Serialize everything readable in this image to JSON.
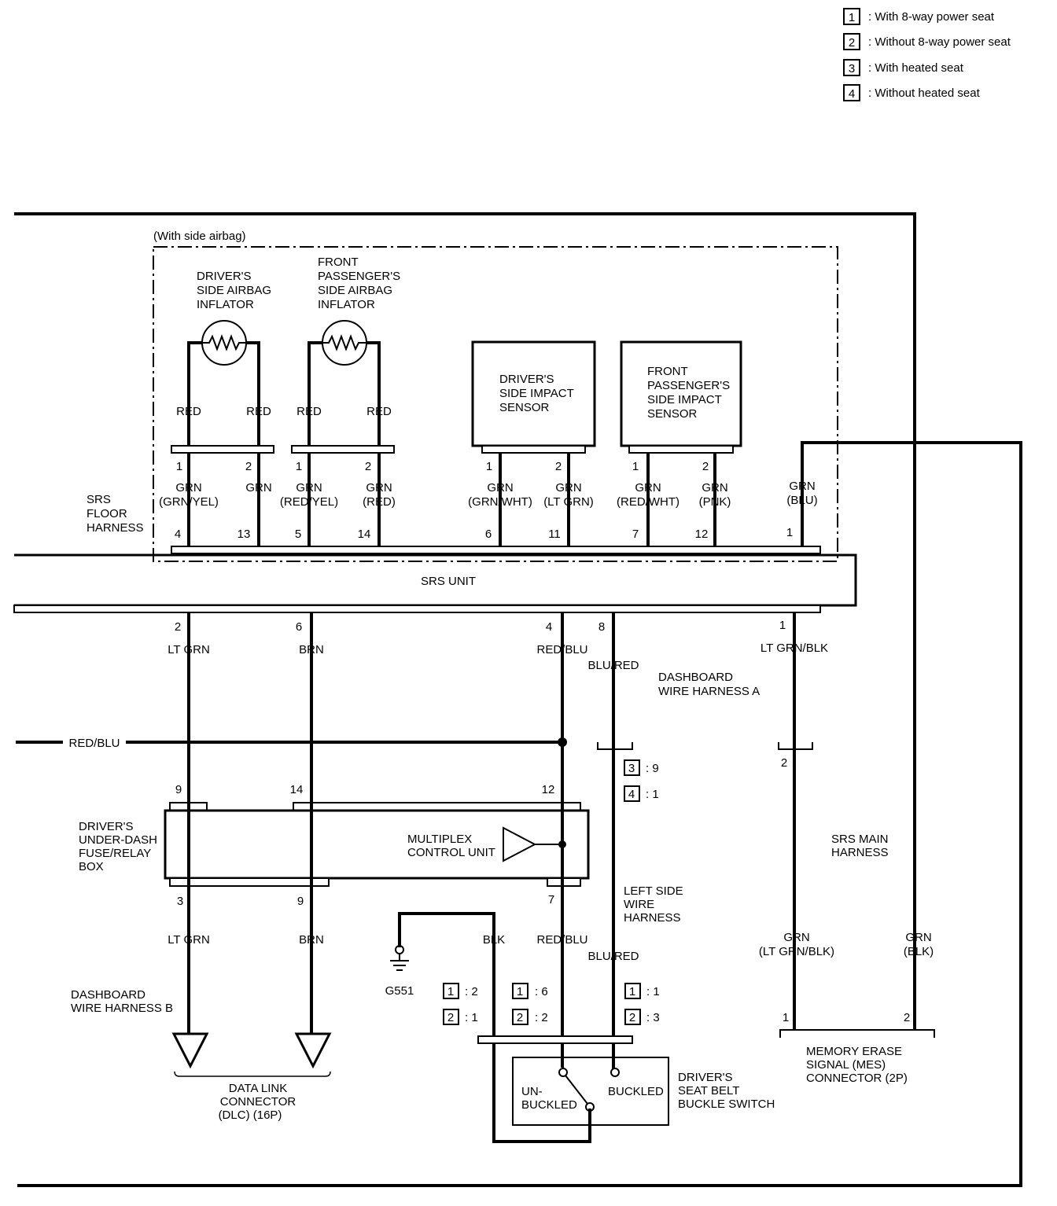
{
  "legend": [
    {
      "num": "1",
      "text": ": With 8-way power seat"
    },
    {
      "num": "2",
      "text": ": Without 8-way power seat"
    },
    {
      "num": "3",
      "text": ": With heated seat"
    },
    {
      "num": "4",
      "text": ": Without heated seat"
    }
  ],
  "side_airbag_note": "(With side airbag)",
  "srs_floor_harness": [
    "SRS",
    "FLOOR",
    "HARNESS"
  ],
  "drv_inflator": [
    "DRIVER'S",
    "SIDE AIRBAG",
    "INFLATOR"
  ],
  "pass_inflator": [
    "FRONT",
    "PASSENGER'S",
    "SIDE AIRBAG",
    "INFLATOR"
  ],
  "drv_sensor": [
    "DRIVER'S",
    "SIDE IMPACT",
    "SENSOR"
  ],
  "pass_sensor": [
    "FRONT",
    "PASSENGER'S",
    "SIDE IMPACT",
    "SENSOR"
  ],
  "srs_unit": "SRS UNIT",
  "top_wires": [
    {
      "top": "RED",
      "pin_top": "1",
      "color": [
        "GRN",
        "(GRN/YEL)"
      ],
      "pin": "4"
    },
    {
      "top": "RED",
      "pin_top": "2",
      "color": [
        "GRN",
        ""
      ],
      "pin": "13"
    },
    {
      "top": "RED",
      "pin_top": "1",
      "color": [
        "GRN",
        "(RED/YEL)"
      ],
      "pin": "5"
    },
    {
      "top": "RED",
      "pin_top": "2",
      "color": [
        "GRN",
        "(RED)"
      ],
      "pin": "14"
    },
    {
      "top": "",
      "pin_top": "1",
      "color": [
        "GRN",
        "(GRN/WHT)"
      ],
      "pin": "6"
    },
    {
      "top": "",
      "pin_top": "2",
      "color": [
        "GRN",
        "(LT GRN)"
      ],
      "pin": "11"
    },
    {
      "top": "",
      "pin_top": "1",
      "color": [
        "GRN",
        "(RED/WHT)"
      ],
      "pin": "7"
    },
    {
      "top": "",
      "pin_top": "2",
      "color": [
        "GRN",
        "(PNK)"
      ],
      "pin": "12"
    },
    {
      "top": "",
      "pin_top": "",
      "color": [
        "GRN",
        "(BLU)"
      ],
      "pin": "1"
    }
  ],
  "bottom_wires": {
    "w1": {
      "pin": "2",
      "color": "LT GRN"
    },
    "w2": {
      "pin": "6",
      "color": "BRN"
    },
    "w3": {
      "pin": "4",
      "color": "RED/BLU"
    },
    "w4": {
      "pin": "8",
      "color": "BLU/RED"
    },
    "w5": {
      "pin": "1",
      "color": "LT GRN/BLK"
    }
  },
  "dash_harness_a": [
    "DASHBOARD",
    "WIRE HARNESS A"
  ],
  "red_blu_left": "RED/BLU",
  "heated_pins": [
    {
      "num": "3",
      "pin": ": 9"
    },
    {
      "num": "4",
      "pin": ": 1"
    }
  ],
  "srs_main_harness_pin": "2",
  "fuse_box": {
    "label": [
      "DRIVER'S",
      "UNDER-DASH",
      "FUSE/RELAY",
      "BOX"
    ],
    "pin_top_1": "9",
    "pin_top_2": "14",
    "pin_top_3": "12",
    "pin_bot_1": "3",
    "pin_bot_2": "9",
    "pin_bot_3": "7",
    "mcu": [
      "MULTIPLEX",
      "CONTROL UNIT"
    ]
  },
  "srs_main_harness": [
    "SRS MAIN",
    "HARNESS"
  ],
  "left_side_harness": [
    "LEFT SIDE",
    "WIRE",
    "HARNESS"
  ],
  "lower_wires": {
    "ltgrn": "LT GRN",
    "brn": "BRN",
    "blk": "BLK",
    "redblu": "RED/BLU",
    "blured": "BLU/RED",
    "grn1": [
      "GRN",
      "(LT GRN/BLK)"
    ],
    "grn2": [
      "GRN",
      "(BLK)"
    ]
  },
  "dash_harness_b": [
    "DASHBOARD",
    "WIRE HARNESS B"
  ],
  "ground": "G551",
  "buckle_pins": {
    "blk": [
      {
        "num": "1",
        "pin": ": 2"
      },
      {
        "num": "2",
        "pin": ": 1"
      }
    ],
    "redblu": [
      {
        "num": "1",
        "pin": ": 6"
      },
      {
        "num": "2",
        "pin": ": 2"
      }
    ],
    "blured": [
      {
        "num": "1",
        "pin": ": 1"
      },
      {
        "num": "2",
        "pin": ": 3"
      }
    ]
  },
  "mes_pins": {
    "p1": "1",
    "p2": "2"
  },
  "dlc": [
    "DATA LINK",
    "CONNECTOR",
    "(DLC) (16P)"
  ],
  "buckle_switch": [
    "DRIVER'S",
    "SEAT BELT",
    "BUCKLE SWITCH"
  ],
  "unbuckled": [
    "UN-",
    "BUCKLED"
  ],
  "buckled": "BUCKLED",
  "mes": [
    "MEMORY ERASE",
    "SIGNAL (MES)",
    "CONNECTOR (2P)"
  ]
}
